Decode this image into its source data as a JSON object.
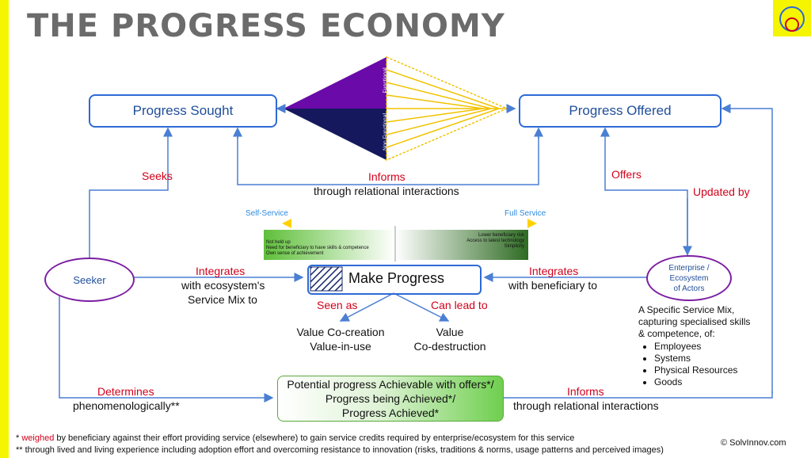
{
  "title": "THE PROGRESS ECONOMY",
  "nodes": {
    "progress_sought": "Progress Sought",
    "progress_offered": "Progress Offered",
    "seeker": "Seeker",
    "enterprise_line1": "Enterprise /",
    "enterprise_line2": "Ecosystem",
    "enterprise_line3": "of Actors",
    "make_progress": "Make Progress",
    "potential_line1": "Potential progress Achievable with offers*/",
    "potential_line2": "Progress being Achieved*/",
    "potential_line3": "Progress Achieved*"
  },
  "triangle": {
    "functional": "Functional",
    "non_functional": "Non Functional"
  },
  "edges": {
    "seeks": "Seeks",
    "offers": "Offers",
    "updated_by": "Updated by",
    "informs_top": "Informs",
    "informs_top_sub": "through relational interactions",
    "integrates_left": "Integrates",
    "integrates_left_sub1": "with ecosystem's",
    "integrates_left_sub2": "Service Mix to",
    "integrates_right": "Integrates",
    "integrates_right_sub": "with beneficiary to",
    "seen_as": "Seen as",
    "can_lead_to": "Can lead to",
    "value_cocreation_1": "Value Co-creation",
    "value_cocreation_2": "Value-in-use",
    "value_codestruction_1": "Value",
    "value_codestruction_2": "Co-destruction",
    "determines": "Determines",
    "determines_sub": "phenomenologically**",
    "informs_bottom": "Informs",
    "informs_bottom_sub": "through relational interactions"
  },
  "service_scale": {
    "left_label": "Self-Service",
    "right_label": "Full Service",
    "left_items": [
      "Not held up",
      "Need for beneficiary to have skills & competence",
      "Own sense of achievement"
    ],
    "right_items": [
      "Lower beneficiary risk",
      "Access to latest technology",
      "Simplicity"
    ]
  },
  "service_mix": {
    "line1": "A Specific Service Mix,",
    "line2": "capturing specialised skills",
    "line3": "& competence, of:",
    "bullets": [
      "Employees",
      "Systems",
      "Physical Resources",
      "Goods"
    ]
  },
  "footnotes": {
    "f1_prefix": "* ",
    "f1_red": "weighed",
    "f1_rest": " by beneficiary against their effort providing service (elsewhere) to gain service credits required by enterprise/ecosystem for this service",
    "f2": "** through lived and living experience including adoption effort and overcoming resistance to innovation (risks, traditions & norms, usage patterns and perceived images)",
    "copyright": "© SolvInnov.com"
  },
  "colors": {
    "left_stripe": "#f5f500",
    "logo_bg": "#f5f500",
    "box_border": "#2e6ad6",
    "ellipse_border": "#7b1fa2",
    "functional": "#6a0aa8",
    "non_functional": "#16185e",
    "relation_red": "#d0021b",
    "arrow_blue": "#4a7fd4"
  }
}
